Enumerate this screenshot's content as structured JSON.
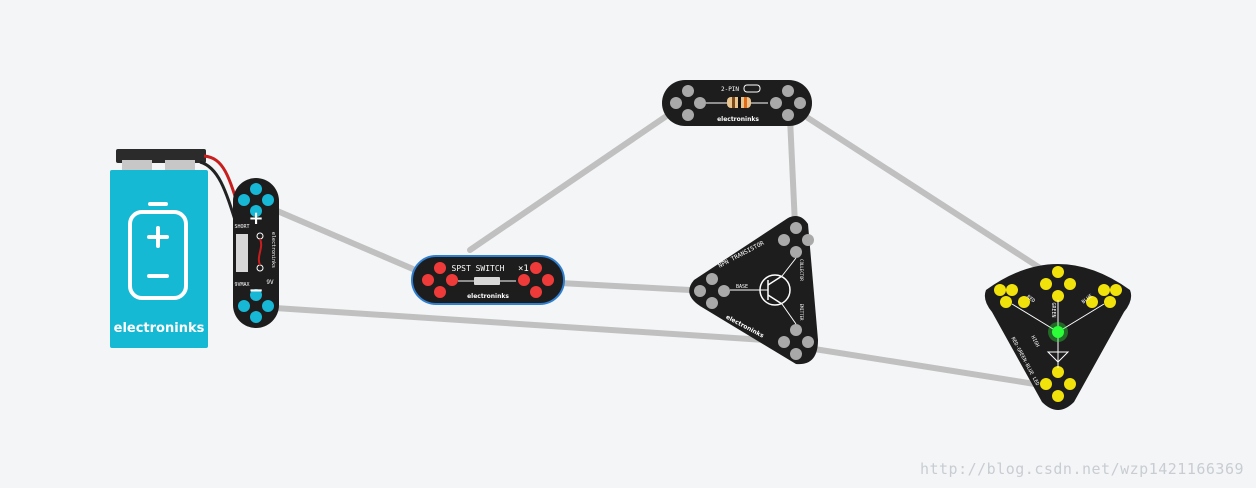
{
  "colors": {
    "background": "#f3f5f7",
    "wire": "#c0c0c0",
    "board": "#1d1d1d",
    "battery": "#16b9d4",
    "pad_grey": "#a9a9a9",
    "pad_cyan": "#17b7d6",
    "pad_red": "#ef3a3a",
    "pad_yellow": "#f2e20b",
    "led_green": "#2cff3a",
    "switch_outline": "#2f7fd0"
  },
  "battery": {
    "brand": "electroninks",
    "icon": "battery-icon"
  },
  "battery_connector": {
    "plus": "+",
    "minus": "−",
    "label_top": "9V",
    "label_side": "electroninks",
    "small_left": "SHORT",
    "small_left2": "9VMAX"
  },
  "resistor": {
    "label": "2-PIN",
    "brand": "electroninks"
  },
  "switch": {
    "label": "SPST SWITCH",
    "count": "×1",
    "brand": "electroninks"
  },
  "transistor": {
    "label": "NPN TRANSISTOR",
    "base": "BASE",
    "collector": "COLLECTOR",
    "emitter": "EMITTER",
    "brand": "electroninks"
  },
  "rgb_led": {
    "label": "RED-GREEN-BLUE LED",
    "red": "RED",
    "green": "GREEN",
    "blue": "BLUE",
    "high": "HIGH"
  },
  "watermark": "http://blog.csdn.net/wzp1421166369"
}
